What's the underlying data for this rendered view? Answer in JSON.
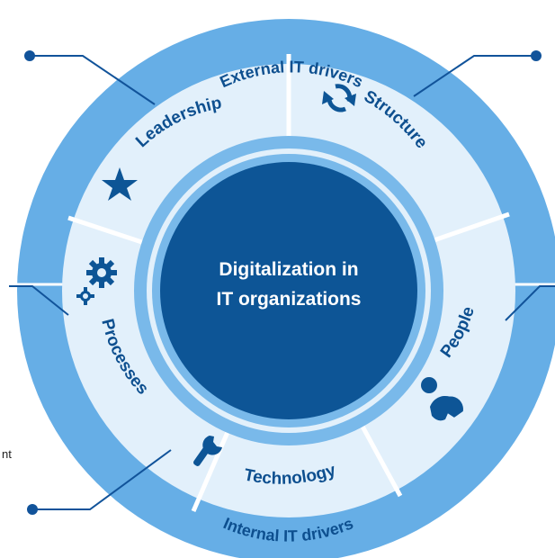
{
  "center": {
    "line1": "Digitalization in",
    "line2": "IT organizations"
  },
  "outer_ring": {
    "top_label": "External IT drivers",
    "bottom_label": "Internal IT drivers"
  },
  "segments": [
    {
      "label": "Leadership",
      "icon": "star-icon"
    },
    {
      "label": "Structure",
      "icon": "refresh-arrows-icon"
    },
    {
      "label": "People",
      "icon": "people-icon"
    },
    {
      "label": "Technology",
      "icon": "wrench-icon"
    },
    {
      "label": "Processes",
      "icon": "gears-icon"
    }
  ],
  "edge_fragment": "nt",
  "colors": {
    "outer_ring": "#66aee6",
    "segment_fill": "#e2f0fb",
    "segment_divider": "#ffffff",
    "inner_ring": "#79b9ea",
    "center": "#0d5596",
    "label_text": "#0d4f8f",
    "connector": "#11539a"
  }
}
